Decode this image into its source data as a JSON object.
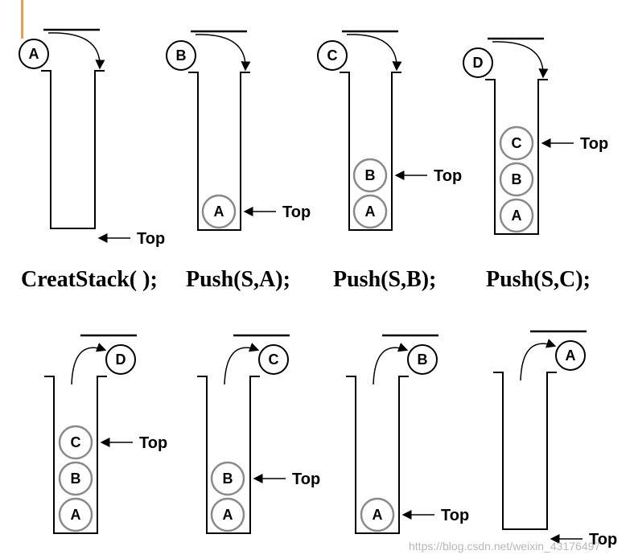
{
  "top_label": "Top",
  "operations": [
    "CreatStack( );",
    "Push(S,A);",
    "Push(S,B);",
    "Push(S,C);"
  ],
  "watermark": "https://blog.csdn.net/weixin_43176497",
  "colors": {
    "ink": "#000000",
    "ball_stroke": "#8a8a8a",
    "accent_bar": "#e8a04a",
    "watermark": "#b8b8b8"
  },
  "panels": [
    {
      "falling": "A",
      "falling_side": "left",
      "stack": []
    },
    {
      "falling": "B",
      "falling_side": "left",
      "stack": [
        "A"
      ]
    },
    {
      "falling": "C",
      "falling_side": "left",
      "stack": [
        "A",
        "B"
      ]
    },
    {
      "falling": "D",
      "falling_side": "left",
      "stack": [
        "A",
        "B",
        "C"
      ]
    },
    {
      "falling": "D",
      "falling_side": "right",
      "stack": [
        "A",
        "B",
        "C"
      ]
    },
    {
      "falling": "C",
      "falling_side": "right",
      "stack": [
        "A",
        "B"
      ]
    },
    {
      "falling": "B",
      "falling_side": "right",
      "stack": [
        "A"
      ]
    },
    {
      "falling": "A",
      "falling_side": "right",
      "stack": []
    }
  ]
}
